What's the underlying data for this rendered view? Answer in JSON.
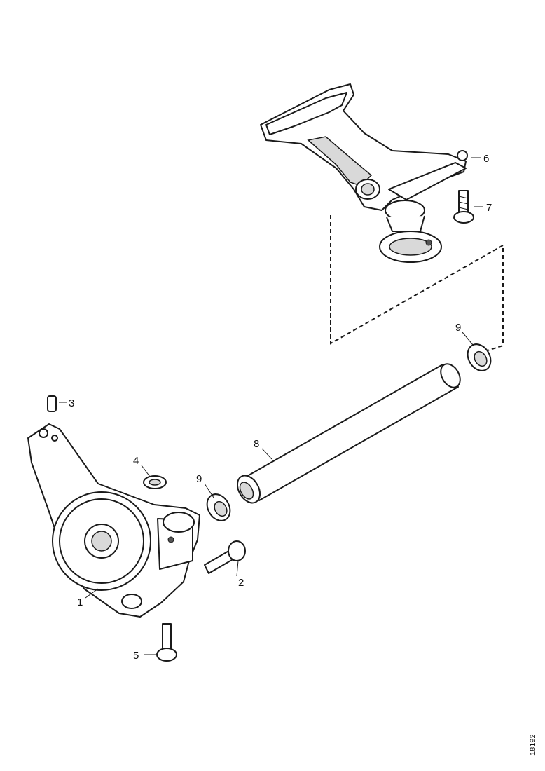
{
  "callouts": [
    {
      "id": "1",
      "label": "1"
    },
    {
      "id": "2",
      "label": "2"
    },
    {
      "id": "3",
      "label": "3"
    },
    {
      "id": "4",
      "label": "4"
    },
    {
      "id": "5",
      "label": "5"
    },
    {
      "id": "6",
      "label": "6"
    },
    {
      "id": "7",
      "label": "7"
    },
    {
      "id": "8",
      "label": "8"
    },
    {
      "id": "9a",
      "label": "9"
    },
    {
      "id": "9b",
      "label": "9"
    }
  ],
  "reference_code": "18192"
}
